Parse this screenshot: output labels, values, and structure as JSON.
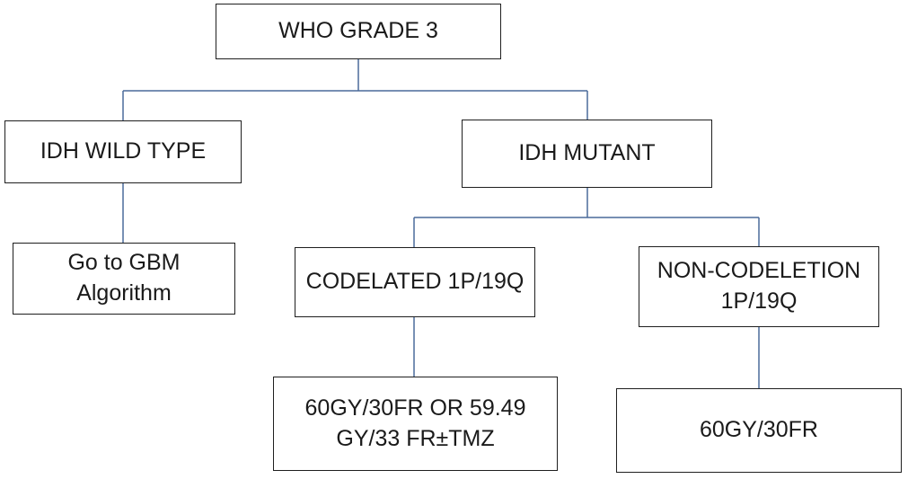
{
  "diagram": {
    "root": "WHO GRADE 3",
    "idh_wild_type": "IDH WILD TYPE",
    "idh_mutant": "IDH MUTANT",
    "gbm": "Go to GBM\nAlgorithm",
    "codeleted": "CODELATED 1P/19Q",
    "non_codeleted": "NON-CODELETION\n1P/19Q",
    "codeleted_rx": "60GY/30FR OR 59.49\nGY/33 FR±TMZ",
    "non_codeleted_rx": "60GY/30FR"
  },
  "colors": {
    "connector": "#4a6a9a",
    "box_border": "#1f1f1f",
    "text": "#1a1a1a"
  }
}
